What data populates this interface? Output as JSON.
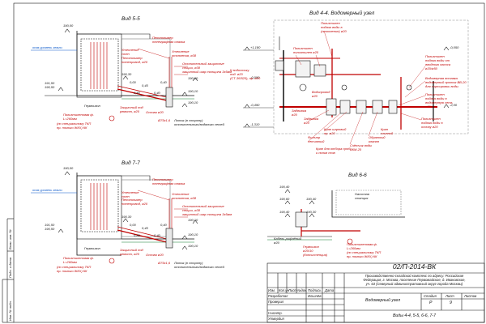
{
  "titles": {
    "view55": "Вид 5-5",
    "view44": "Вид 4-4. Водомерный узел",
    "view77": "Вид 7-7",
    "view66": "Вид 6-6"
  },
  "view55": {
    "dim_top": "190,00",
    "ground": "отм.уровень земли",
    "d1": "191,50",
    "d2": "190,50",
    "d3": "190,30",
    "d4": "190,10",
    "d5": "190,10",
    "d6": "190,10",
    "pipe1": "Пенополимер",
    "pipe1b": "телеграфная опалка",
    "pipe2": "Пенополимер",
    "pipe2b": "телепровод, ø20",
    "pipe3": "Утепление",
    "pipe3b": "отопления, ø38",
    "pipe4": "Отопительный защитные",
    "pipe4b": "секции, ø38",
    "pipe5": "защитный шар толщина 3х5мм",
    "n1": "0,00",
    "n2": "0,45",
    "n3": "0,80",
    "n4": "0,40",
    "n5": "0,40",
    "label1": "Утепление",
    "label2": "стен",
    "label3": "Гермоизол",
    "label4": "Основа ø20",
    "label5": "Защитный под",
    "label6": "ремонт, ø20",
    "label7": "Лоток (в сторону)",
    "label8": "отопительного/водяного сетей",
    "label9": "Ø75x1,6",
    "pp1": "Полиэтиленовая ф.",
    "pp2": "L=260мм",
    "pp3": "(по специальному ТКП",
    "pp4": "пр. только ЖКХ) КК"
  },
  "view44": {
    "lev1": "+1,180",
    "lev2": "-0,090",
    "lev3": "-0,490",
    "lev4": "-1,310",
    "lev5": "-0,050",
    "lev6": "-2,00",
    "a1": "Полиэтилен",
    "a2": "подача воды в",
    "a3": "(отопление) ø20",
    "b1": "Полиэтилен",
    "b2": "полиэтилен ø20",
    "c1": "Полиэтилен",
    "c2": "подача воды от",
    "c3": "вводного насоса",
    "c4": "ø20/ø50",
    "d1": "Водомерная вставка",
    "d2": "водомерный проток ВВ-20",
    "d3": "для сортировки воды",
    "e1": "Полиэтилен",
    "e2": "подача воды в",
    "e3": "водомерную сеть",
    "e4": "ø20",
    "f1": "Полиэтилен",
    "f2": "подача воды в",
    "f3": "основу ø20",
    "g1": "Задвижка",
    "g2": "ø20",
    "h1": "Кран шаровый",
    "h2": "пр. ø20",
    "i1": "Фильтр",
    "i2": "сетчатый",
    "j1": "Счётчик воды",
    "j2": "ВКМ-20",
    "k1": "Кран для отбора проб",
    "k2": "и полив почв",
    "l1": "К водостоку",
    "l2": "под. ø20",
    "l3": "(СТ-3б/520), пр. ø20",
    "m1": "Обратный",
    "m2": "клапан",
    "n1": "Задвижка",
    "n2": "ø20",
    "o1": "Кран",
    "o2": "сливной",
    "p1": "Водопровод",
    "p2": "ø20"
  },
  "view77": {
    "dim_top": "190,00",
    "ground": "отм.уровень земли",
    "d1": "191,50",
    "d2": "190,50",
    "d3": "190,30",
    "d4": "190,10",
    "d5": "190,10",
    "d6": "190,10",
    "pipe1": "Пенополимер",
    "pipe1b": "телеграфная опалка",
    "pipe2": "Пенополимер",
    "pipe2b": "телепровод, ø20",
    "pipe3": "Утепление",
    "pipe3b": "отопления, ø38",
    "pipe4": "Отопительный защитные",
    "pipe4b": "секции, ø38",
    "pipe5": "защитный шар толщина 3х5мм",
    "n1": "0,00",
    "n2": "0,45",
    "n3": "0,80",
    "n4": "0,40",
    "n5": "0,40",
    "label1": "Утепление",
    "label2": "стен",
    "label3": "Гермоизол",
    "label4": "Основа ø20",
    "label5": "Защитный под",
    "label6": "ремонт, ø20",
    "label7": "Лоток (в сторону)",
    "label8": "отопительного/водяного сетей",
    "label9": "Ø75x1,6",
    "pp1": "Полиэтиленовая ф.",
    "pp2": "L=260мм",
    "pp3": "(по специальному ТКП",
    "pp4": "пр. только ЖКХ) КК"
  },
  "view66": {
    "d1": "190,40",
    "d2": "190,60",
    "d3": "190,40",
    "d4": "190,40",
    "d5": "190,30",
    "room1": "Насосная",
    "room2": "станция",
    "a1": "Кабель-рифлёный",
    "a2": "ø20",
    "b1": "Гермоизол",
    "b2": "ø20/10",
    "b3": "(Консистенция)",
    "c1": "Полиэтиленовая ф.",
    "c2": "L=260мм",
    "c3": "(по специальному ТКП",
    "c4": "пр. только ЖКХ) КК"
  },
  "titleblock": {
    "code": "02/П-2014-ВК",
    "desc1": "Производственно-складской комплекс по адресу: Российская",
    "desc2": "Федерация, г. Москва, поселение Первомайское, д. Ивановское,",
    "desc3": "уч. 63 (Северный административный округ города Москвы)",
    "h_izm": "Изм.",
    "h_kol": "Кол.уч",
    "h_list": "Лист",
    "h_doc": "№док.",
    "h_sign": "Подпись",
    "h_date": "Дата",
    "r1": "Разработал",
    "r1n": "Ильичёв",
    "r2": "Проверил",
    "r3": "Н.контр.",
    "r4": "Утвердил",
    "stage_h": "Стадия",
    "sheet_h": "Лист",
    "sheets_h": "Листов",
    "stage_v": "Р",
    "sheet_v": "9",
    "section": "Водомерный узел",
    "sheet_title": "Виды 4-4, 5-5, 6-6, 7-7",
    "side1": "Взам. инв. №",
    "side2": "Подп. и дата",
    "side3": "Инв. № подл."
  }
}
